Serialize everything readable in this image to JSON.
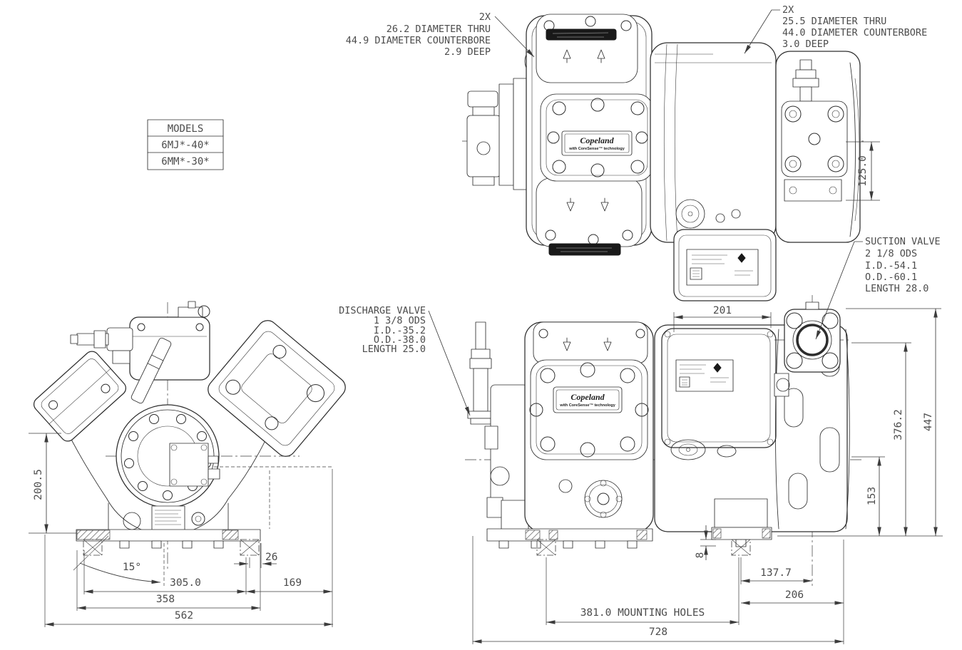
{
  "drawing": {
    "models_table": {
      "header": "MODELS",
      "row1": "6MJ*-40*",
      "row2": "6MM*-30*"
    },
    "callouts": {
      "left_hole": {
        "qty": "2X",
        "line1": "26.2 DIAMETER THRU",
        "line2": "44.9 DIAMETER COUNTERBORE",
        "line3": "2.9 DEEP"
      },
      "right_hole": {
        "qty": "2X",
        "line1": "25.5 DIAMETER THRU",
        "line2": "44.0 DIAMETER COUNTERBORE",
        "line3": "3.0 DEEP"
      },
      "suction_valve": {
        "line1": "SUCTION VALVE",
        "line2": "2 1/8 ODS",
        "line3": "I.D.-54.1",
        "line4": "O.D.-60.1",
        "line5": "LENGTH 28.0"
      },
      "discharge_valve": {
        "line1": "DISCHARGE VALVE",
        "line2": "1 3/8 ODS",
        "line3": "I.D.-35.2",
        "line4": "O.D.-38.0",
        "line5": "LENGTH 25.0"
      }
    },
    "dims": {
      "d125": "125.0",
      "d201": "201",
      "d376": "376.2",
      "d447": "447",
      "d153": "153",
      "d8": "8",
      "d137": "137.7",
      "d206": "206",
      "d381": "381.0 MOUNTING HOLES",
      "d728": "728",
      "d200": "200.5",
      "a15": "15°",
      "d26": "26",
      "d305": "305.0",
      "d169": "169",
      "d358": "358",
      "d562": "562"
    },
    "brand": {
      "name": "Copeland",
      "tagline": "with CoreSense™ technology"
    }
  }
}
